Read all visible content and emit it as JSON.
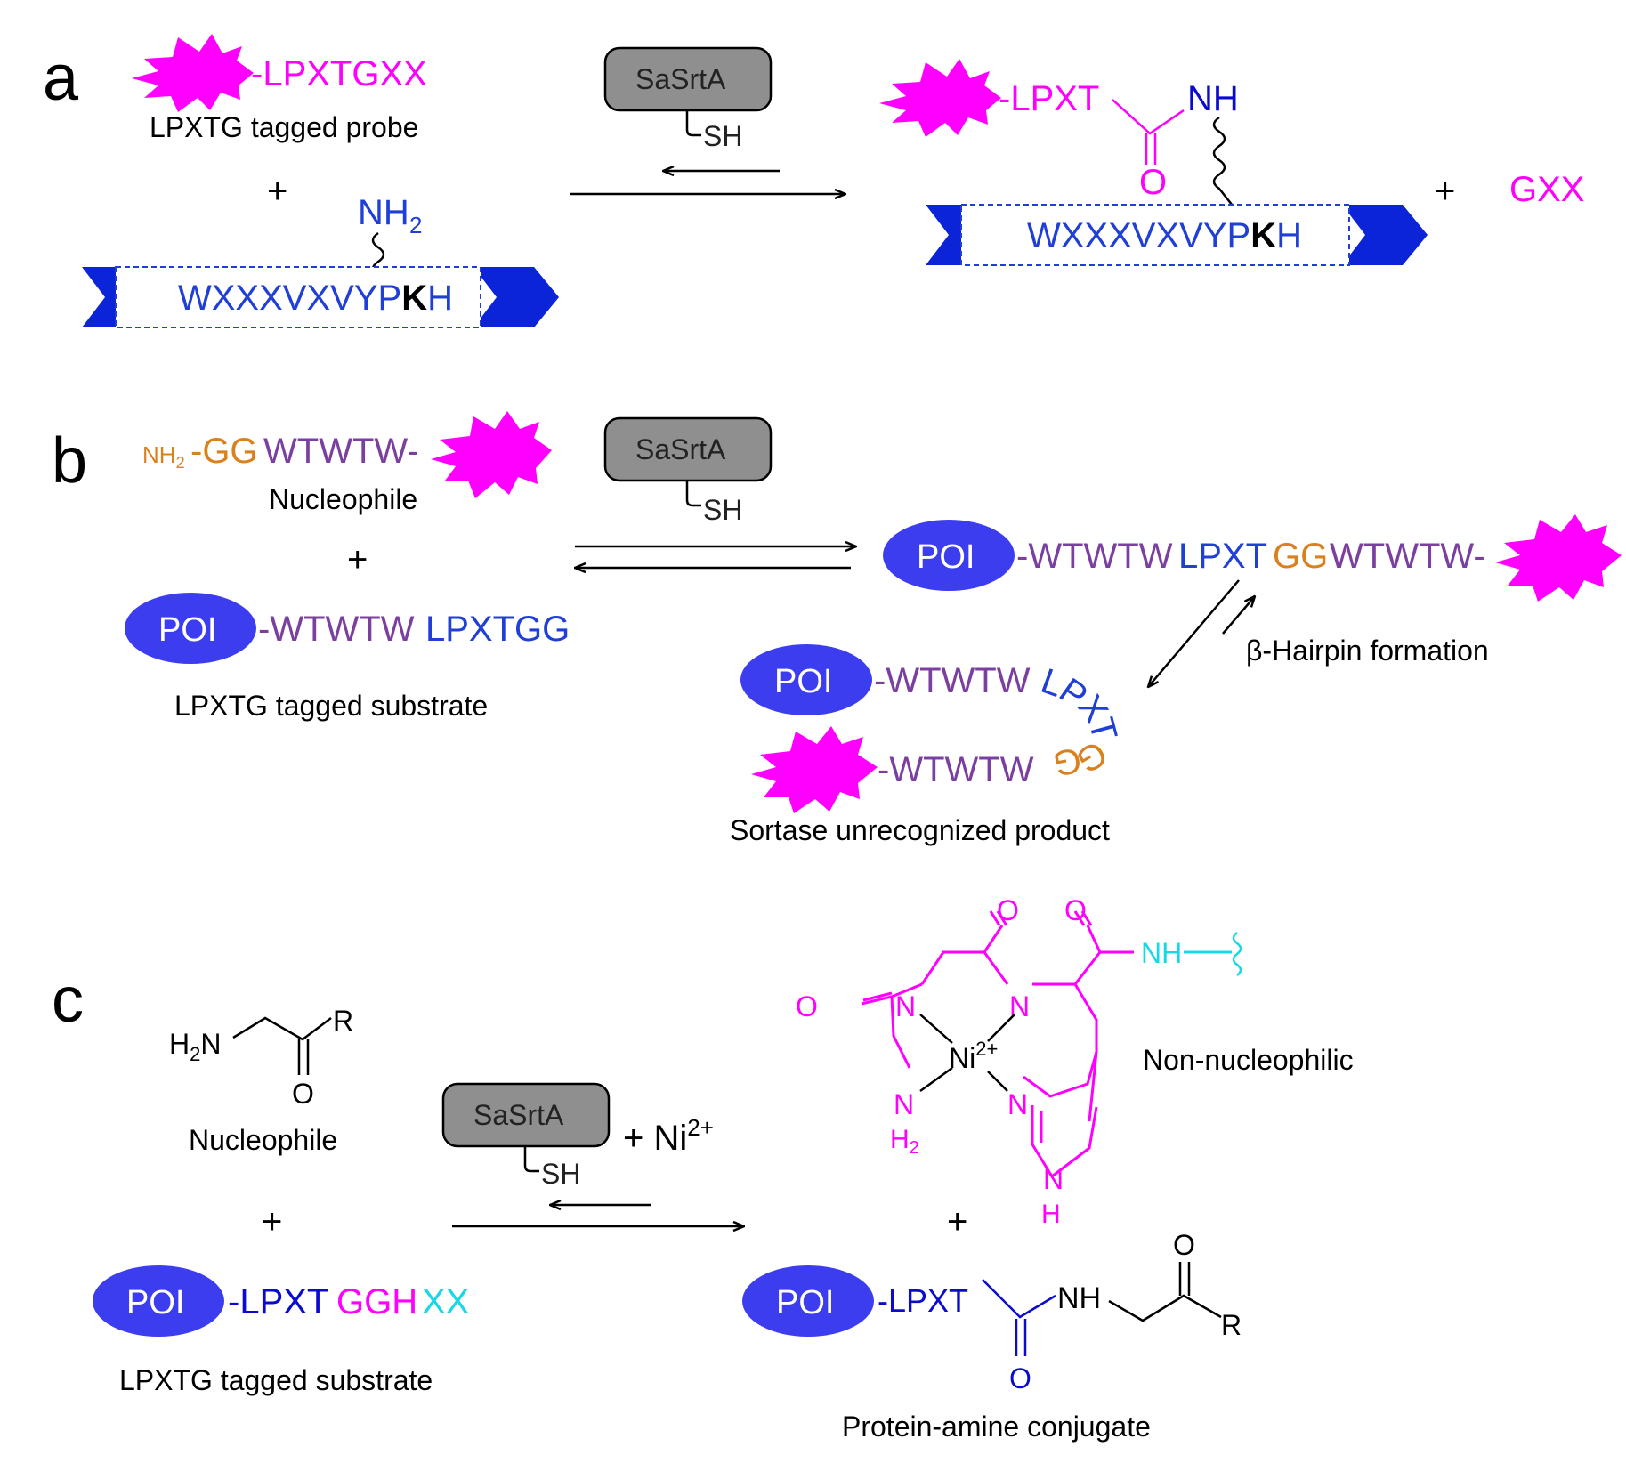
{
  "colors": {
    "magenta": "#ff00ff",
    "blue": "#1f3fd6",
    "dark_blue": "#0b0bd0",
    "purple": "#7b3fa0",
    "orange": "#d9801f",
    "cyan": "#18d8e8",
    "poi_fill": "#3d3df0",
    "enzyme_fill": "#8f8f8f",
    "arrow_fill": "#0c24d8"
  },
  "panel_a": {
    "letter": "a",
    "probe_seq": "-LPXTGXX",
    "probe_label": "LPXTG tagged probe",
    "plus": "+",
    "amine": "NH",
    "amine_sub": "2",
    "enzyme": "SaSrtA",
    "thiol": "SH",
    "peptide_left": "WXXXVXVYP",
    "peptide_k": "K",
    "peptide_h": "H",
    "product_seq": "-LPXT",
    "product_nh": "NH",
    "product_o": "O",
    "plus2": "+",
    "byproduct": "GXX"
  },
  "panel_b": {
    "letter": "b",
    "nuc_nh2": "NH",
    "nuc_nh2_sub": "2",
    "nuc_gg": "-GG",
    "nuc_wt": "WTWTW-",
    "nuc_label": "Nucleophile",
    "plus": "+",
    "enzyme": "SaSrtA",
    "thiol": "SH",
    "poi": "POI",
    "sub_wt": "-WTWTW",
    "sub_lp": "LPXTGG",
    "sub_label": "LPXTG tagged substrate",
    "prod_wt1": "-WTWTW",
    "prod_lp": "LPXT",
    "prod_gg": "GG",
    "prod_wt2": "WTWTW-",
    "hairpin_label": "β-Hairpin formation",
    "hp_top": "-WTWTW",
    "hp_bottom": "-WTWTW",
    "hp_l": "L",
    "hp_p": "P",
    "hp_x": "X",
    "hp_t": "T",
    "hp_g1": "G",
    "hp_g2": "G",
    "unrec_label": "Sortase unrecognized product"
  },
  "panel_c": {
    "letter": "c",
    "h2n": "H",
    "h2n_sub": "2",
    "h2n_n": "N",
    "r": "R",
    "o": "O",
    "nuc_label": "Nucleophile",
    "plus": "+",
    "enzyme": "SaSrtA",
    "thiol": "SH",
    "ni_plus": "+ Ni",
    "ni_sup": "2+",
    "poi": "POI",
    "sub_lp": "-LPXT",
    "sub_ggh": "GGH",
    "sub_xx": "XX",
    "sub_label": "LPXTG tagged substrate",
    "complex": {
      "o1": "O",
      "o2": "O",
      "o3": "O",
      "n1": "N",
      "n2": "N",
      "n3": "N",
      "nh_ring": "N",
      "h_ring": "H",
      "nh2": "N",
      "nh2_h": "H",
      "nh2_sub": "2",
      "ni": "Ni",
      "ni_sup": "2+",
      "nh_cyan": "NH"
    },
    "non_nuc_label": "Non-nucleophilic",
    "plus2": "+",
    "prod_lp": "-LPXT",
    "prod_nh": "NH",
    "prod_o": "O",
    "prod_o2": "O",
    "prod_r": "R",
    "prod_label": "Protein-amine conjugate"
  }
}
